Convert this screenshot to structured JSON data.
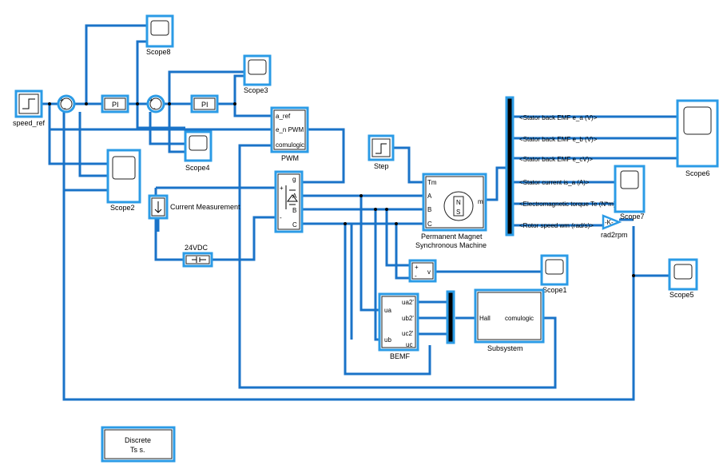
{
  "blocks": {
    "speed_ref": "speed_ref",
    "scope8": "Scope8",
    "scope3": "Scope3",
    "scope4": "Scope4",
    "scope2": "Scope2",
    "scope6": "Scope6",
    "scope7": "Scope7",
    "scope1": "Scope1",
    "scope5": "Scope5",
    "pi1": "PI",
    "pi2": "PI",
    "pwm": "PWM",
    "step": "Step",
    "current_measurement": "Current Measurement",
    "dc_source": "24VDC",
    "pmsm_line1": "Permanent Magnet",
    "pmsm_line2": "Synchronous Machine",
    "rad2rpm": "rad2rpm",
    "bemf": "BEMF",
    "subsystem": "Subsystem",
    "gain_symbol": "-K-",
    "discrete_line1": "Discrete",
    "discrete_line2": "Ts s."
  },
  "ports": {
    "pwm_in": [
      "a_ref",
      "e_n PWM",
      "comulogic"
    ],
    "inverter": [
      "g",
      "A",
      "B",
      "C",
      "+",
      "-"
    ],
    "pmsm_in": [
      "Tm",
      "A",
      "B",
      "C"
    ],
    "pmsm_out": "m",
    "bemf_in": [
      "ua",
      "ub"
    ],
    "bemf_out": [
      "ua2'",
      "ub2'",
      "uc2'",
      "uc"
    ],
    "subsystem_in": "Hall",
    "subsystem_out": "comulogic",
    "voltmeter": [
      "+",
      "-",
      "v"
    ],
    "sum1_signs": [
      "+",
      "-"
    ],
    "sum2_signs": [
      "+",
      "-"
    ]
  },
  "bus_signals": [
    "<Stator back EMF e_a (V)>",
    "<Stator back EMF e_b (V)>",
    "<Stator back EMF e_cV)>",
    "<Stator current is_a (A)>",
    "<Electromagnetic torque Te (N*m)>",
    "<Rotor speed wm (rad/s)>"
  ]
}
